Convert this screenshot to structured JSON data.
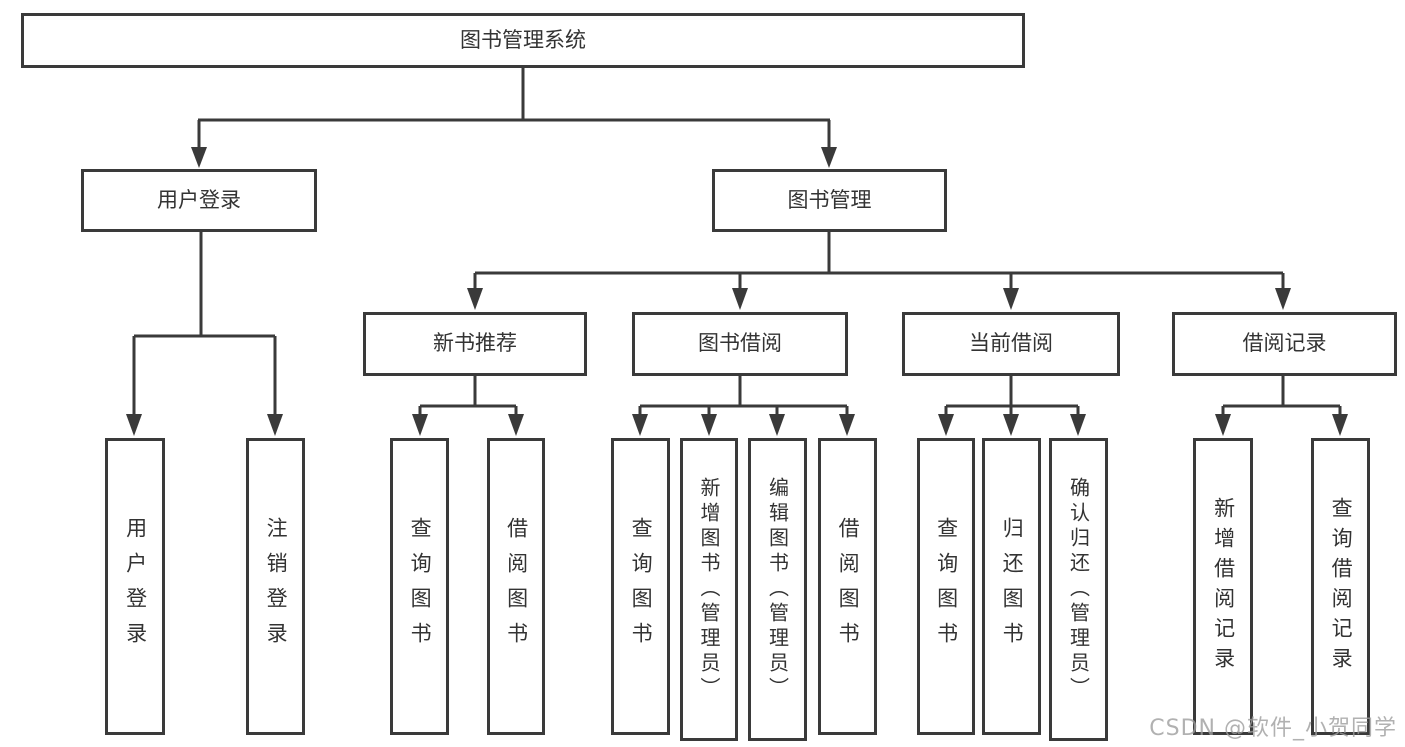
{
  "diagram": {
    "type": "hierarchy-tree",
    "title": "图书管理系统",
    "watermark": "CSDN @软件_小贺同学",
    "line_color": "#3a3a3a",
    "text_color": "#333333",
    "background_color": "#ffffff"
  },
  "nodes": {
    "root": "图书管理系统",
    "user_login": "用户登录",
    "book_mgmt": "图书管理",
    "new_book": "新书推荐",
    "book_borrow": "图书借阅",
    "current_borrow": "当前借阅",
    "borrow_record": "借阅记录"
  },
  "leaves": {
    "user": [
      "用户登录",
      "注销登录"
    ],
    "new_book": [
      "查询图书",
      "借阅图书"
    ],
    "book_borrow": [
      "查询图书",
      "新增图书（管理员）",
      "编辑图书（管理员）",
      "借阅图书"
    ],
    "current_borrow": [
      "查询图书",
      "归还图书",
      "确认归还（管理员）"
    ],
    "borrow_record": [
      "新增借阅记录",
      "查询借阅记录"
    ]
  }
}
